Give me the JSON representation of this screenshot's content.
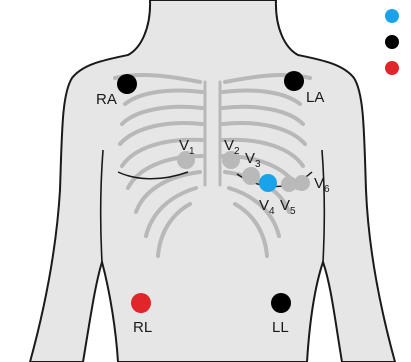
{
  "colors": {
    "background": "#ffffff",
    "skin": "#e6e6e6",
    "skin_outline": "#1a1a1a",
    "rib_line": "#b8b8b8",
    "electrode_black": "#000000",
    "electrode_red": "#e0262a",
    "electrode_blue": "#1aa3e8",
    "electrode_gray": "#b9b9b9"
  },
  "electrodes": {
    "ra": {
      "label": "RA",
      "color": "black"
    },
    "la": {
      "label": "LA",
      "color": "black"
    },
    "rl": {
      "label": "RL",
      "color": "red"
    },
    "ll": {
      "label": "LL",
      "color": "black"
    },
    "v1": {
      "label_main": "V",
      "label_sub": "1",
      "color": "gray"
    },
    "v2": {
      "label_main": "V",
      "label_sub": "2",
      "color": "gray"
    },
    "v3": {
      "label_main": "V",
      "label_sub": "3",
      "color": "gray"
    },
    "v4": {
      "label_main": "V",
      "label_sub": "4",
      "color": "blue"
    },
    "v5": {
      "label_main": "V",
      "label_sub": "5",
      "color": "gray"
    },
    "v6": {
      "label_main": "V",
      "label_sub": "6",
      "color": "gray"
    }
  },
  "legend": {
    "items": [
      {
        "color": "blue",
        "text": ""
      },
      {
        "color": "black",
        "text": ""
      },
      {
        "color": "red",
        "text": ""
      }
    ]
  }
}
